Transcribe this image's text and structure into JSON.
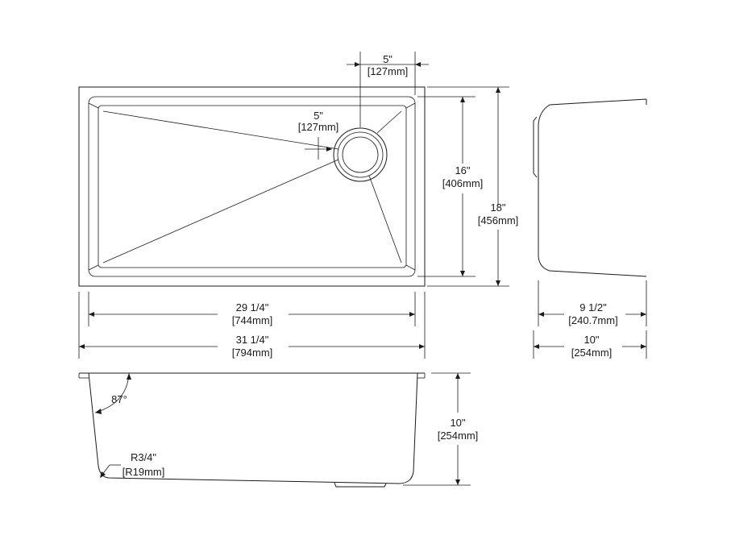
{
  "drawing": {
    "drain_offset_top": {
      "imperial": "5\"",
      "metric": "[127mm]"
    },
    "drain_offset_side": {
      "imperial": "5\"",
      "metric": "[127mm]"
    },
    "bowl_length": {
      "imperial": "16\"",
      "metric": "[406mm]"
    },
    "overall_length": {
      "imperial": "18\"",
      "metric": "[456mm]"
    },
    "bowl_width": {
      "imperial": "29 1/4\"",
      "metric": "[744mm]"
    },
    "overall_width": {
      "imperial": "31 1/4\"",
      "metric": "[794mm]"
    },
    "side_bowl_depth": {
      "imperial": "9 1/2\"",
      "metric": "[240.7mm]"
    },
    "side_overall_depth": {
      "imperial": "10\"",
      "metric": "[254mm]"
    },
    "front_depth": {
      "imperial": "10\"",
      "metric": "[254mm]"
    },
    "wall_angle": "87°",
    "corner_radius": {
      "imperial": "R3/4\"",
      "metric": "[R19mm]"
    }
  }
}
